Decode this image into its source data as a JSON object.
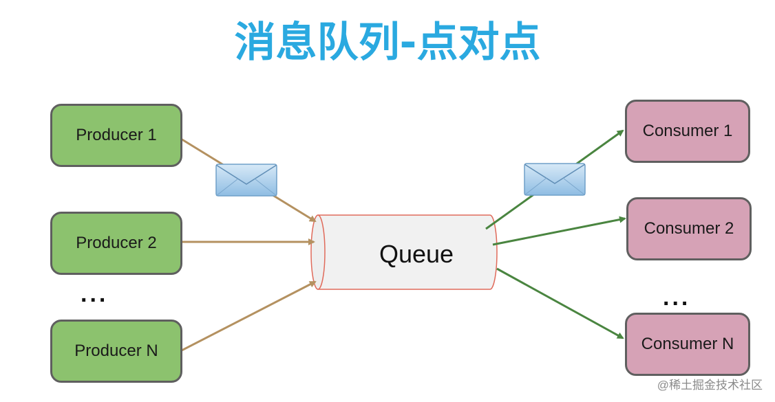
{
  "title": "消息队列-点对点",
  "producers": [
    "Producer 1",
    "Producer 2",
    "Producer N"
  ],
  "consumers": [
    "Consumer 1",
    "Consumer 2",
    "Consumer N"
  ],
  "queue_label": "Queue",
  "ellipsis": "...",
  "watermark": "@稀土掘金技术社区",
  "colors": {
    "title": "#2aa9e0",
    "producer_fill": "#8cc26e",
    "consumer_fill": "#d6a2b6",
    "box_border": "#5f5f5f",
    "producer_arrow": "#b49160",
    "consumer_arrow": "#4a8540",
    "queue_border": "#e06a5a",
    "queue_fill": "#f1f1f1",
    "envelope_fill": "#a9cdea"
  },
  "icons": [
    "envelope-icon",
    "envelope-icon"
  ]
}
